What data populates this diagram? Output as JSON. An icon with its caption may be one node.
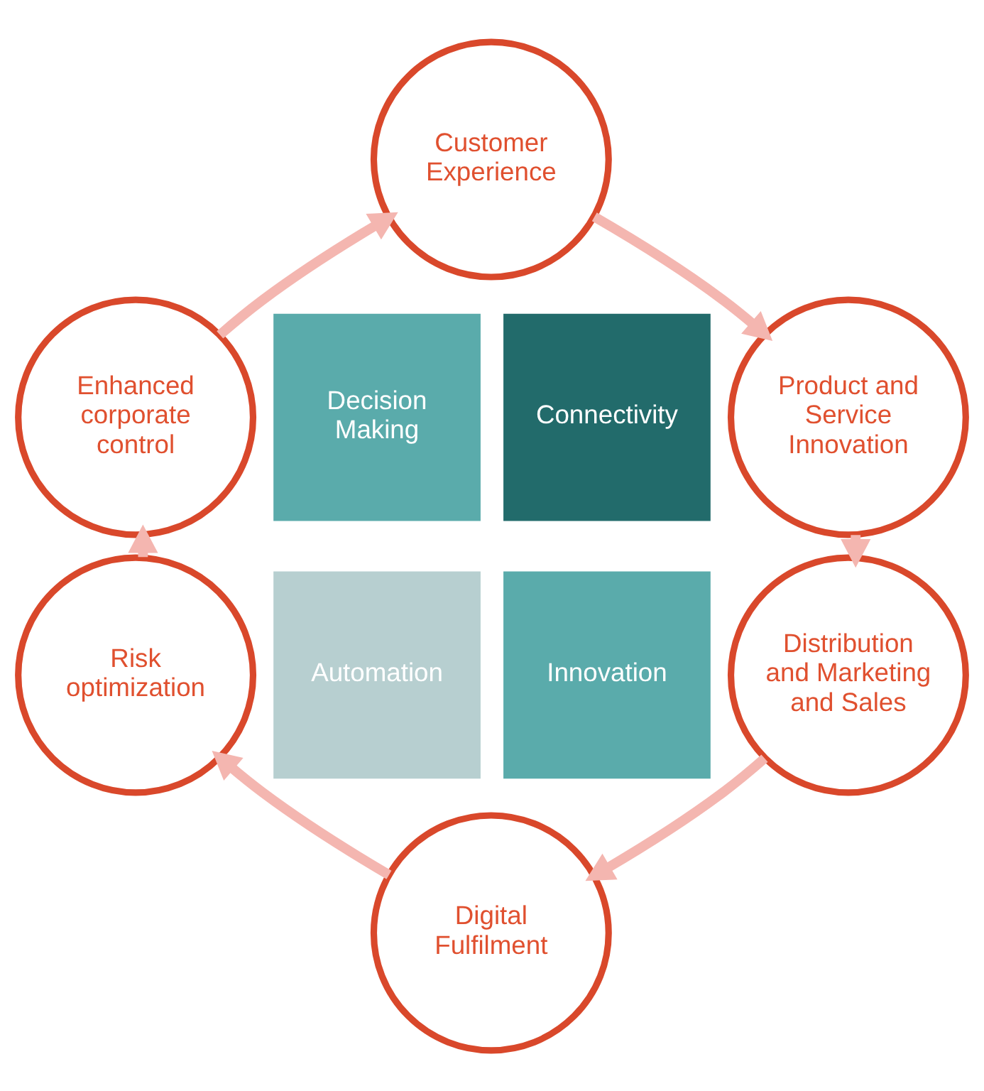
{
  "diagram": {
    "nodes": [
      {
        "text": [
          "Customer Experience"
        ]
      },
      {
        "text": [
          "Product and Service Innovation"
        ]
      },
      {
        "text": [
          "Distribution and Marketing and Sales"
        ]
      },
      {
        "text": [
          "Digital Fulfilment"
        ]
      },
      {
        "text": [
          "Risk optimization"
        ]
      },
      {
        "text": [
          "Enhanced corporate control"
        ]
      },
      {
        "text": [
          "Decision Making"
        ]
      },
      {
        "text": [
          "Connectivity"
        ]
      },
      {
        "text": [
          "Automation"
        ]
      },
      {
        "text": [
          "Innovation"
        ]
      }
    ],
    "edges": [
      {
        "from": 0,
        "to": 1,
        "arrow": "to"
      },
      {
        "from": 1,
        "to": 2,
        "arrow": "to"
      },
      {
        "from": 2,
        "to": 3,
        "arrow": "to"
      },
      {
        "from": 3,
        "to": 4,
        "arrow": "to"
      },
      {
        "from": 4,
        "to": 5,
        "arrow": "to"
      },
      {
        "from": 5,
        "to": 0,
        "arrow": "to"
      }
    ]
  }
}
